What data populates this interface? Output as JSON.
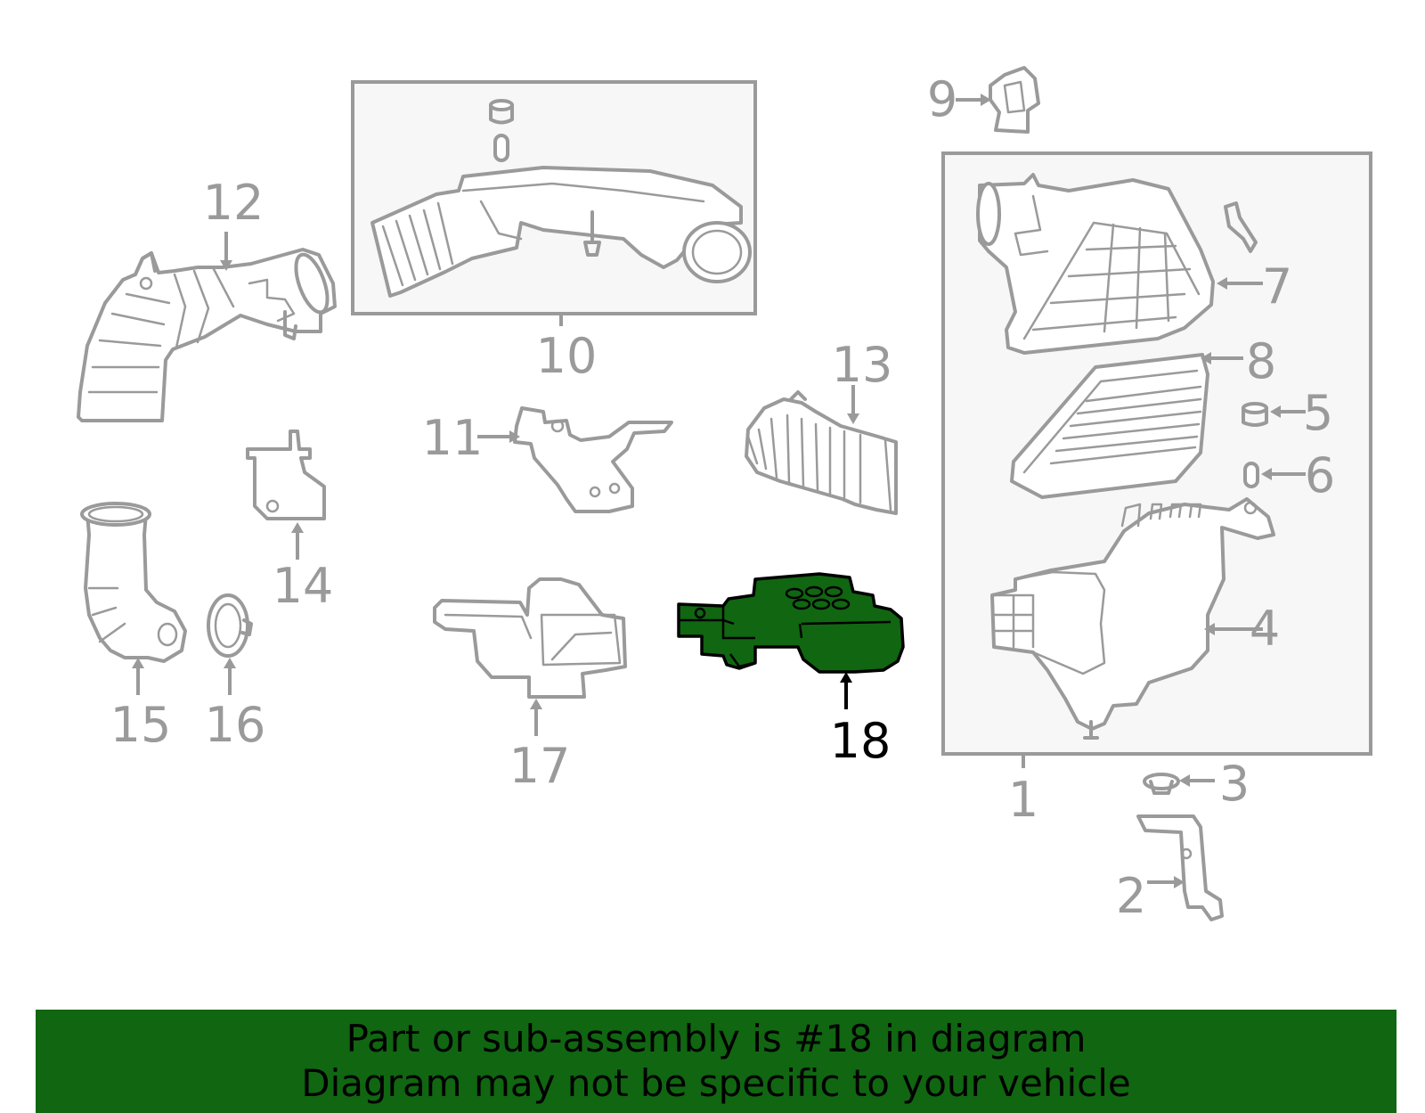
{
  "callouts": [
    {
      "id": "1",
      "label": "1"
    },
    {
      "id": "2",
      "label": "2"
    },
    {
      "id": "3",
      "label": "3"
    },
    {
      "id": "4",
      "label": "4"
    },
    {
      "id": "5",
      "label": "5"
    },
    {
      "id": "6",
      "label": "6"
    },
    {
      "id": "7",
      "label": "7"
    },
    {
      "id": "8",
      "label": "8"
    },
    {
      "id": "9",
      "label": "9"
    },
    {
      "id": "10",
      "label": "10"
    },
    {
      "id": "11",
      "label": "11"
    },
    {
      "id": "12",
      "label": "12"
    },
    {
      "id": "13",
      "label": "13"
    },
    {
      "id": "14",
      "label": "14"
    },
    {
      "id": "15",
      "label": "15"
    },
    {
      "id": "16",
      "label": "16"
    },
    {
      "id": "17",
      "label": "17"
    },
    {
      "id": "18",
      "label": "18",
      "highlighted": true
    }
  ],
  "colors": {
    "highlight": "#116611",
    "part_outline": "#9a9a9a",
    "banner_background": "#116611"
  },
  "banner": {
    "line1": "Part or sub-assembly is #18 in diagram",
    "line2": "Diagram may not be specific to your vehicle"
  }
}
